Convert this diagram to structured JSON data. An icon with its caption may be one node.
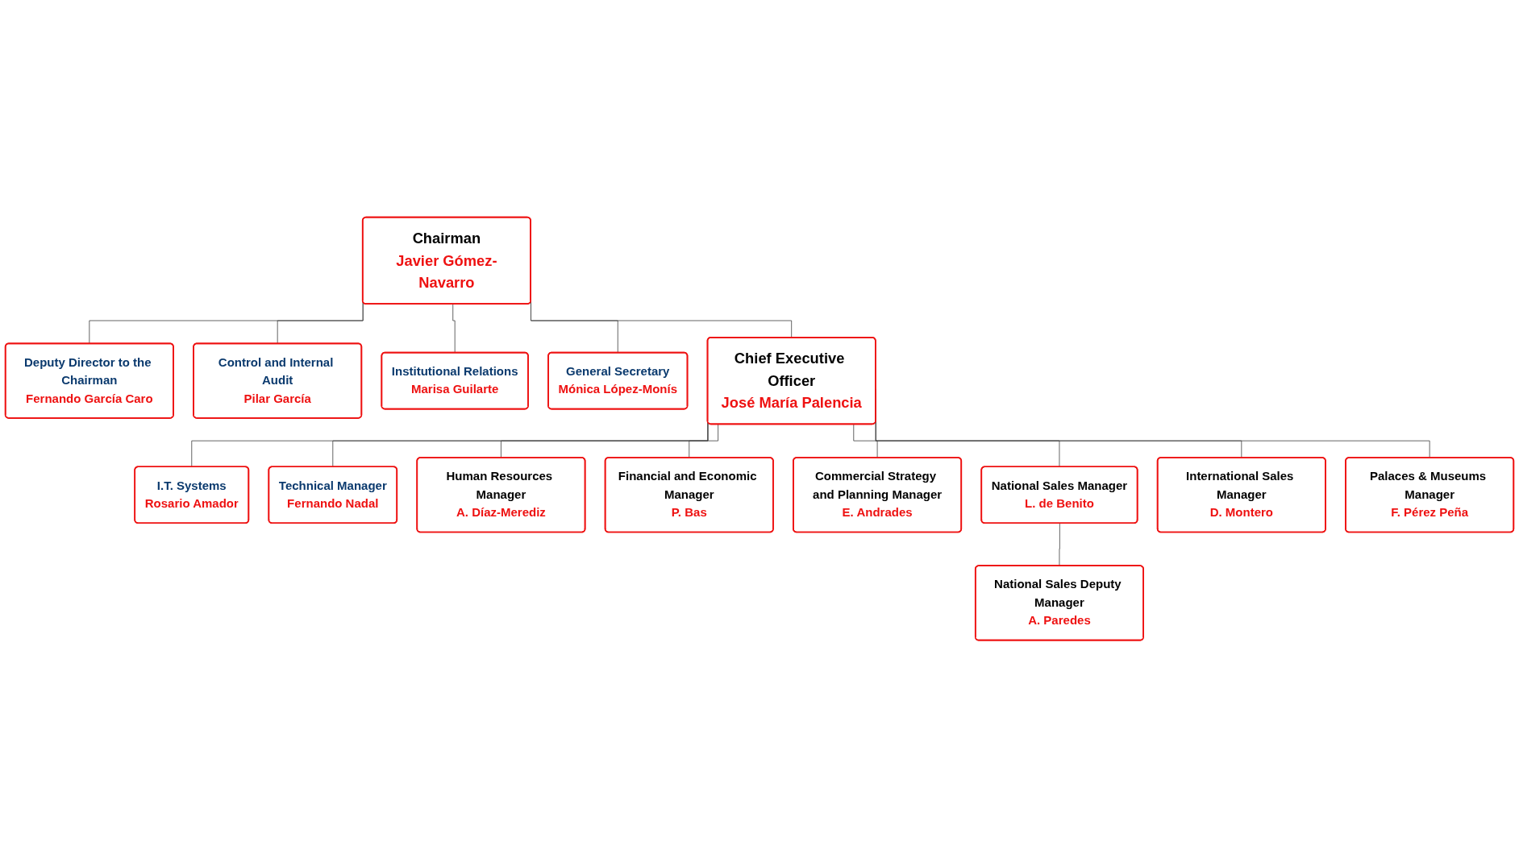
{
  "diagram": {
    "nodes": [
      {
        "text": [
          "Chairman",
          "Javier Gómez-Navarro"
        ]
      },
      {
        "text": [
          "Deputy Director to the Chairman",
          "Fernando García Caro"
        ]
      },
      {
        "text": [
          "Control and Internal Audit",
          "Pilar García"
        ]
      },
      {
        "text": [
          "Institutional Relations",
          "Marisa Guilarte"
        ]
      },
      {
        "text": [
          "General Secretary",
          "Mónica López-Monís"
        ]
      },
      {
        "text": [
          "Chief Executive Officer",
          "José María Palencia"
        ]
      },
      {
        "text": [
          "I.T. Systems",
          "Rosario Amador"
        ]
      },
      {
        "text": [
          "Technical Manager",
          "Fernando Nadal"
        ]
      },
      {
        "text": [
          "Human Resources Manager",
          "A. Díaz-Merediz"
        ]
      },
      {
        "text": [
          "Financial and Economic Manager",
          "P. Bas"
        ]
      },
      {
        "text": [
          "Commercial Strategy and Planning Manager",
          "E. Andrades"
        ]
      },
      {
        "text": [
          "National Sales Manager",
          "L. de Benito"
        ]
      },
      {
        "text": [
          "International Sales Manager",
          "D. Montero"
        ]
      },
      {
        "text": [
          "Palaces & Museums Manager",
          "F. Pérez Peña"
        ]
      },
      {
        "text": [
          "National Sales Deputy Manager",
          "A. Paredes"
        ]
      }
    ],
    "edges": [
      {
        "from": 0,
        "to": 1,
        "arrow": "none"
      },
      {
        "from": 0,
        "to": 2,
        "arrow": "none"
      },
      {
        "from": 0,
        "to": 3,
        "arrow": "none"
      },
      {
        "from": 0,
        "to": 4,
        "arrow": "none"
      },
      {
        "from": 0,
        "to": 5,
        "arrow": "none"
      },
      {
        "from": 5,
        "to": 6,
        "arrow": "none"
      },
      {
        "from": 5,
        "to": 7,
        "arrow": "none"
      },
      {
        "from": 5,
        "to": 8,
        "arrow": "none"
      },
      {
        "from": 5,
        "to": 9,
        "arrow": "none"
      },
      {
        "from": 5,
        "to": 10,
        "arrow": "none"
      },
      {
        "from": 5,
        "to": 11,
        "arrow": "none"
      },
      {
        "from": 5,
        "to": 12,
        "arrow": "none"
      },
      {
        "from": 5,
        "to": 13,
        "arrow": "none"
      },
      {
        "from": 11,
        "to": 14,
        "arrow": "none"
      }
    ]
  }
}
